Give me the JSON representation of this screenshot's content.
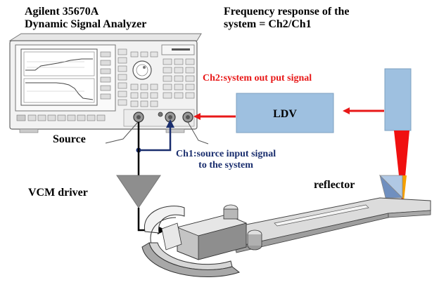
{
  "title": {
    "line1": "Agilent 35670A",
    "line2": "Dynamic Signal Analyzer"
  },
  "formula": {
    "line1": "Frequency response of the",
    "line2": "system = Ch2/Ch1"
  },
  "labels": {
    "ch2": "Ch2:system out put signal",
    "ldv": "LDV",
    "source": "Source",
    "ch1_line1": "Ch1:source input signal",
    "ch1_line2": "to the system",
    "vcm": "VCM  driver",
    "reflector": "reflector"
  },
  "colors": {
    "red_signal": "#e81818",
    "blue_signal": "#1a2e6e",
    "ldv_box": "#9ec0e0",
    "laser": "#f01010",
    "laser_tip": "#f6a000",
    "driver_triangle": "#8e8e8e"
  }
}
